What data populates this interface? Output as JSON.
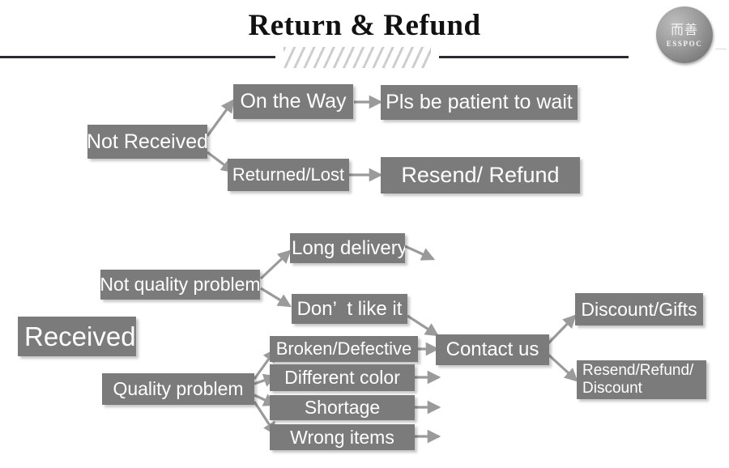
{
  "header": {
    "title": "Return & Refund",
    "divider_left": "rule",
    "divider_hatch": "hatch-marks",
    "divider_right": "rule"
  },
  "logo": {
    "cjk": "而善",
    "roman": "ESSPOC"
  },
  "colors": {
    "node_fill": "#7b7b7b",
    "node_text": "#ffffff",
    "rule": "#2b2b33",
    "arrow": "#9a9a9a",
    "background": "#ffffff"
  },
  "flow": {
    "branch_not_received": {
      "root": "Not Received",
      "steps": [
        {
          "cause": "On the Way",
          "action": "Pls be patient to wait"
        },
        {
          "cause": "Returned/Lost",
          "action": "Resend/ Refund"
        }
      ]
    },
    "branch_received": {
      "root": "Received",
      "groups": [
        {
          "label": "Not quality problem",
          "reasons": [
            "Long delivery",
            "Don’  t like it"
          ]
        },
        {
          "label": "Quality problem",
          "reasons": [
            "Broken/Defective",
            "Different color",
            "Shortage",
            "Wrong items"
          ]
        }
      ],
      "hub": "Contact us",
      "outcomes": [
        "Discount/Gifts",
        "Resend/Refund/\nDiscount"
      ]
    }
  }
}
